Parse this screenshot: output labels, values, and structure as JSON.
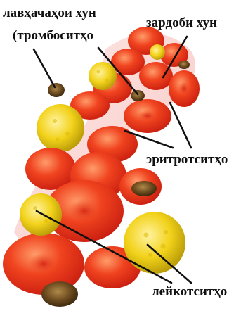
{
  "labels": {
    "platelets_line1": "лавҳачаҳои хун",
    "platelets_line2": "(тромбоситҳо",
    "plasma": "зардоби хун",
    "erythrocytes": "эритротситҳо",
    "leukocytes": "лейкотситҳо"
  },
  "colors": {
    "erythrocyte": "#e8341c",
    "erythrocyte_light": "#ff8a5c",
    "leukocyte": "#f2d21a",
    "platelet": "#6b4a1e",
    "plasma": "#f6b5b0",
    "pointer": "#111111"
  }
}
